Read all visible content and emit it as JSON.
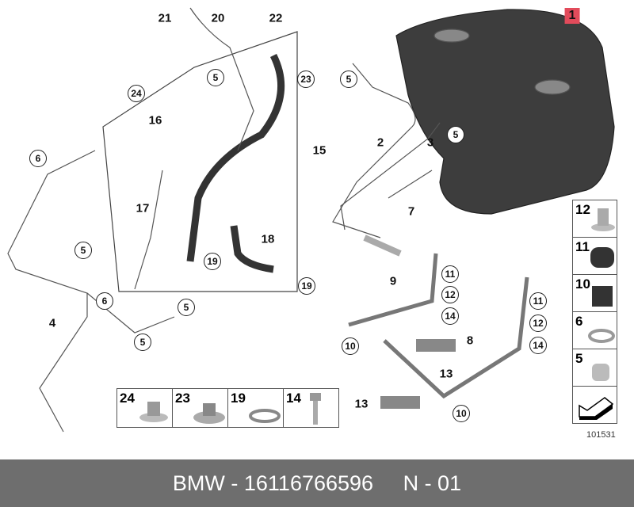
{
  "callouts": [
    "21",
    "20",
    "22",
    "23",
    "5",
    "24",
    "16",
    "15",
    "6",
    "17",
    "18",
    "19",
    "19",
    "5",
    "6",
    "4",
    "5",
    "5",
    "1",
    "5",
    "2",
    "3",
    "5",
    "7",
    "9",
    "11",
    "12",
    "14",
    "11",
    "12",
    "14",
    "10",
    "8",
    "13",
    "13",
    "10"
  ],
  "parts_bottom": [
    "24",
    "23",
    "19",
    "14"
  ],
  "parts_right": [
    "12",
    "11",
    "10",
    "6",
    "5"
  ],
  "reference_number": "101531",
  "footer": {
    "brand": "BMW",
    "part_number": "16116766596",
    "suffix": "N - 01",
    "text": "BMW - 16116766596     N - 01"
  }
}
